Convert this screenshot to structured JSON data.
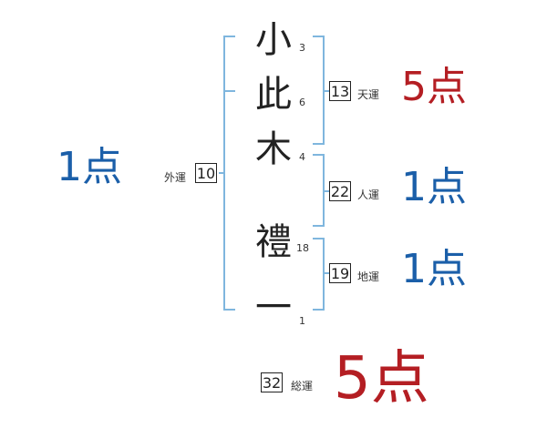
{
  "name": {
    "characters": [
      {
        "char": "小",
        "strokes": "3"
      },
      {
        "char": "此",
        "strokes": "6"
      },
      {
        "char": "木",
        "strokes": "4"
      },
      {
        "char": "禮",
        "strokes": "18"
      },
      {
        "char": "一",
        "strokes": "1"
      }
    ]
  },
  "fortunes": {
    "tenkaku": {
      "value": "13",
      "label": "天運",
      "score": "5点"
    },
    "jinkaku": {
      "value": "22",
      "label": "人運",
      "score": "1点"
    },
    "chikaku": {
      "value": "19",
      "label": "地運",
      "score": "1点"
    },
    "gaikaku": {
      "value": "10",
      "label": "外運",
      "score": "1点"
    },
    "soukaku": {
      "value": "32",
      "label": "総運",
      "score": "5点"
    }
  },
  "colors": {
    "bracket": "#7fb6de",
    "score_high": "#b41e23",
    "score_low": "#1b5fa9"
  }
}
